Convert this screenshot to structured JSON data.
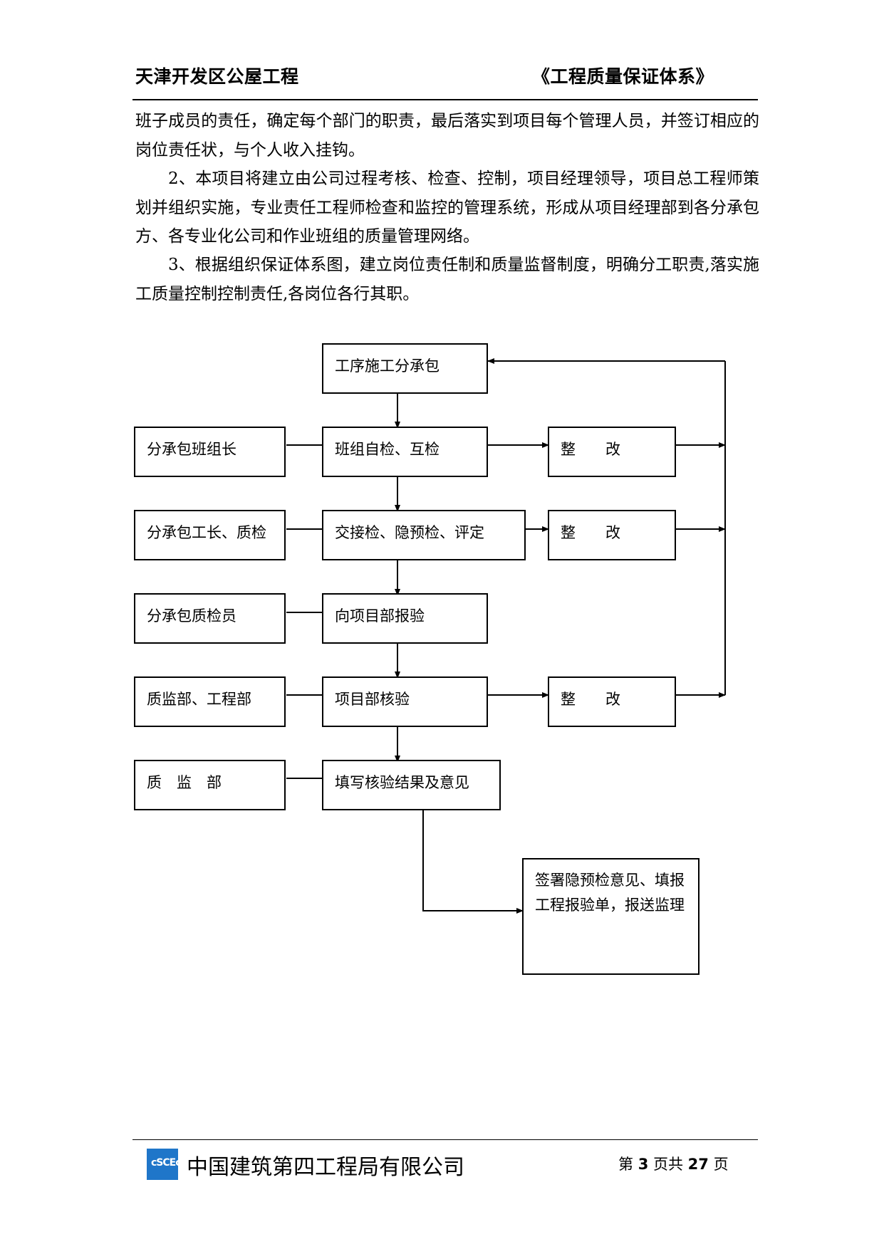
{
  "header": {
    "left": "天津开发区公屋工程",
    "right": "《工程质量保证体系》"
  },
  "body": {
    "p1": "班子成员的责任，确定每个部门的职责，最后落实到项目每个管理人员，并签订相应的岗位责任状，与个人收入挂钩。",
    "p2": "2、本项目将建立由公司过程考核、检查、控制，项目经理领导，项目总工程师策划并组织实施，专业责任工程师检查和监控的管理系统，形成从项目经理部到各分承包方、各专业化公司和作业班组的质量管理网络。",
    "p3": "3、根据组织保证体系图，建立岗位责任制和质量监督制度，明确分工职责,落实施工质量控制控制责任,各岗位各行其职。"
  },
  "flow": {
    "main": {
      "s1": "工序施工分承包",
      "s2": "班组自检、互检",
      "s3": "交接检、隐预检、评定",
      "s4": "向项目部报验",
      "s5": "项目部核验",
      "s6": "填写核验结果及意见"
    },
    "left": {
      "l2": "分承包班组长",
      "l3": "分承包工长、质检",
      "l4": "分承包质检员",
      "l5": "质监部、工程部",
      "l6": "质　监　部"
    },
    "right": {
      "r2": "整　　改",
      "r3": "整　　改",
      "r5": "整　　改"
    },
    "final": "签署隐预检意见、填报工程报验单，报送监理"
  },
  "footer": {
    "logo": "cSCEc",
    "company": "中国建筑第四工程局有限公司",
    "page_prefix": "第 ",
    "page_num": "3",
    "page_mid": " 页共 ",
    "page_total": "27",
    "page_suffix": " 页"
  }
}
